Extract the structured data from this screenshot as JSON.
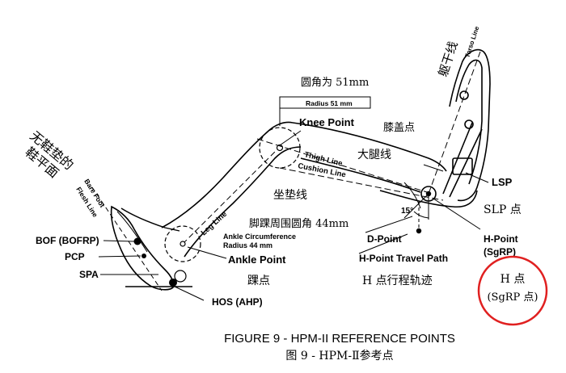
{
  "labels": {
    "radius_51_cn": "圆角为 51mm",
    "radius_51_en": "Radius 51 mm",
    "knee_point": "Knee Point",
    "knee_cn": "膝盖点",
    "thigh_line": "Thigh Line",
    "thigh_cn": "大腿线",
    "cushion_line": "Cushion Line",
    "cushion_cn": "坐垫线",
    "torso_cn": "躯干线",
    "torso_en": "Torso Line",
    "lsp": "LSP",
    "slp_cn": "SLP 点",
    "bare_foot_cn_1": "无鞋垫的",
    "bare_foot_cn_2": "鞋平面",
    "bare_foot_en_1": "Bare Foot",
    "bare_foot_en_2": "Flesh Line",
    "leg_line": "Leg Line",
    "ankle_circ_1": "Ankle Circumference",
    "ankle_circ_2": "Radius 44 mm",
    "ankle_point": "Ankle Point",
    "ankle_circ_cn": "脚踝周围圆角 44mm",
    "ankle_cn": "踝点",
    "bof": "BOF (BOFRP)",
    "pcp": "PCP",
    "spa": "SPA",
    "hos": "HOS (AHP)",
    "d_point": "D-Point",
    "h_travel": "H-Point Travel Path",
    "h_travel_cn": "H 点行程轨迹",
    "h_point": "H-Point",
    "sgrp": "(SgRP)",
    "angle": "15°",
    "h_cn_1": "H 点",
    "h_cn_2": "(SgRP 点)",
    "caption_en": "FIGURE 9 - HPM-II REFERENCE POINTS",
    "caption_cn": "图 9 - HPM-Ⅱ参考点"
  },
  "colors": {
    "ink": "#000000",
    "highlight_circle": "#e02020"
  }
}
